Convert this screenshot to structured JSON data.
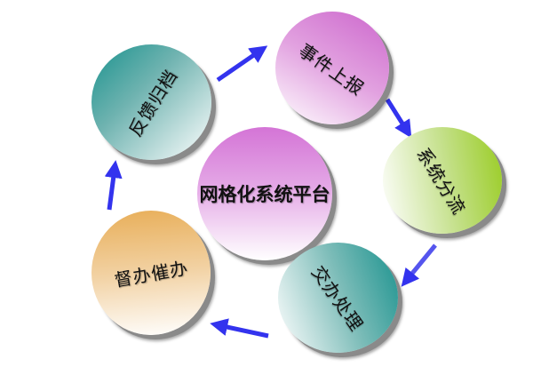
{
  "diagram": {
    "center": {
      "label": "网格化系统平台",
      "color": "#d878d8"
    },
    "nodes": [
      {
        "id": "report",
        "label": "事件上报",
        "color": "#d070d0"
      },
      {
        "id": "dispatch",
        "label": "系统分流",
        "color": "#99cc33"
      },
      {
        "id": "handle",
        "label": "交办处理",
        "color": "#1f9490"
      },
      {
        "id": "supervise",
        "label": "督办催办",
        "color": "#e8b060"
      },
      {
        "id": "feedback",
        "label": "反馈归档",
        "color": "#1f9490"
      }
    ],
    "flow": [
      "事件上报",
      "系统分流",
      "交办处理",
      "督办催办",
      "反馈归档",
      "事件上报"
    ],
    "arrow_color": "#3333ee"
  }
}
